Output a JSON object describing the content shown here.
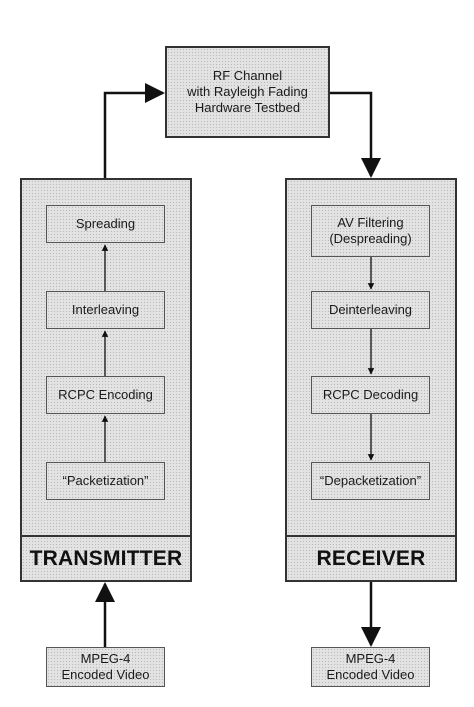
{
  "channel": {
    "label": "RF Channel\nwith Rayleigh Fading\nHardware Testbed"
  },
  "transmitter": {
    "title": "TRANSMITTER",
    "blocks": [
      "Spreading",
      "Interleaving",
      "RCPC Encoding",
      "“Packetization”"
    ]
  },
  "receiver": {
    "title": "RECEIVER",
    "blocks": [
      "AV Filtering\n(Despreading)",
      "Deinterleaving",
      "RCPC Decoding",
      "“Depacketization”"
    ]
  },
  "source": {
    "label": "MPEG-4\nEncoded Video"
  },
  "sink": {
    "label": "MPEG-4\nEncoded Video"
  }
}
